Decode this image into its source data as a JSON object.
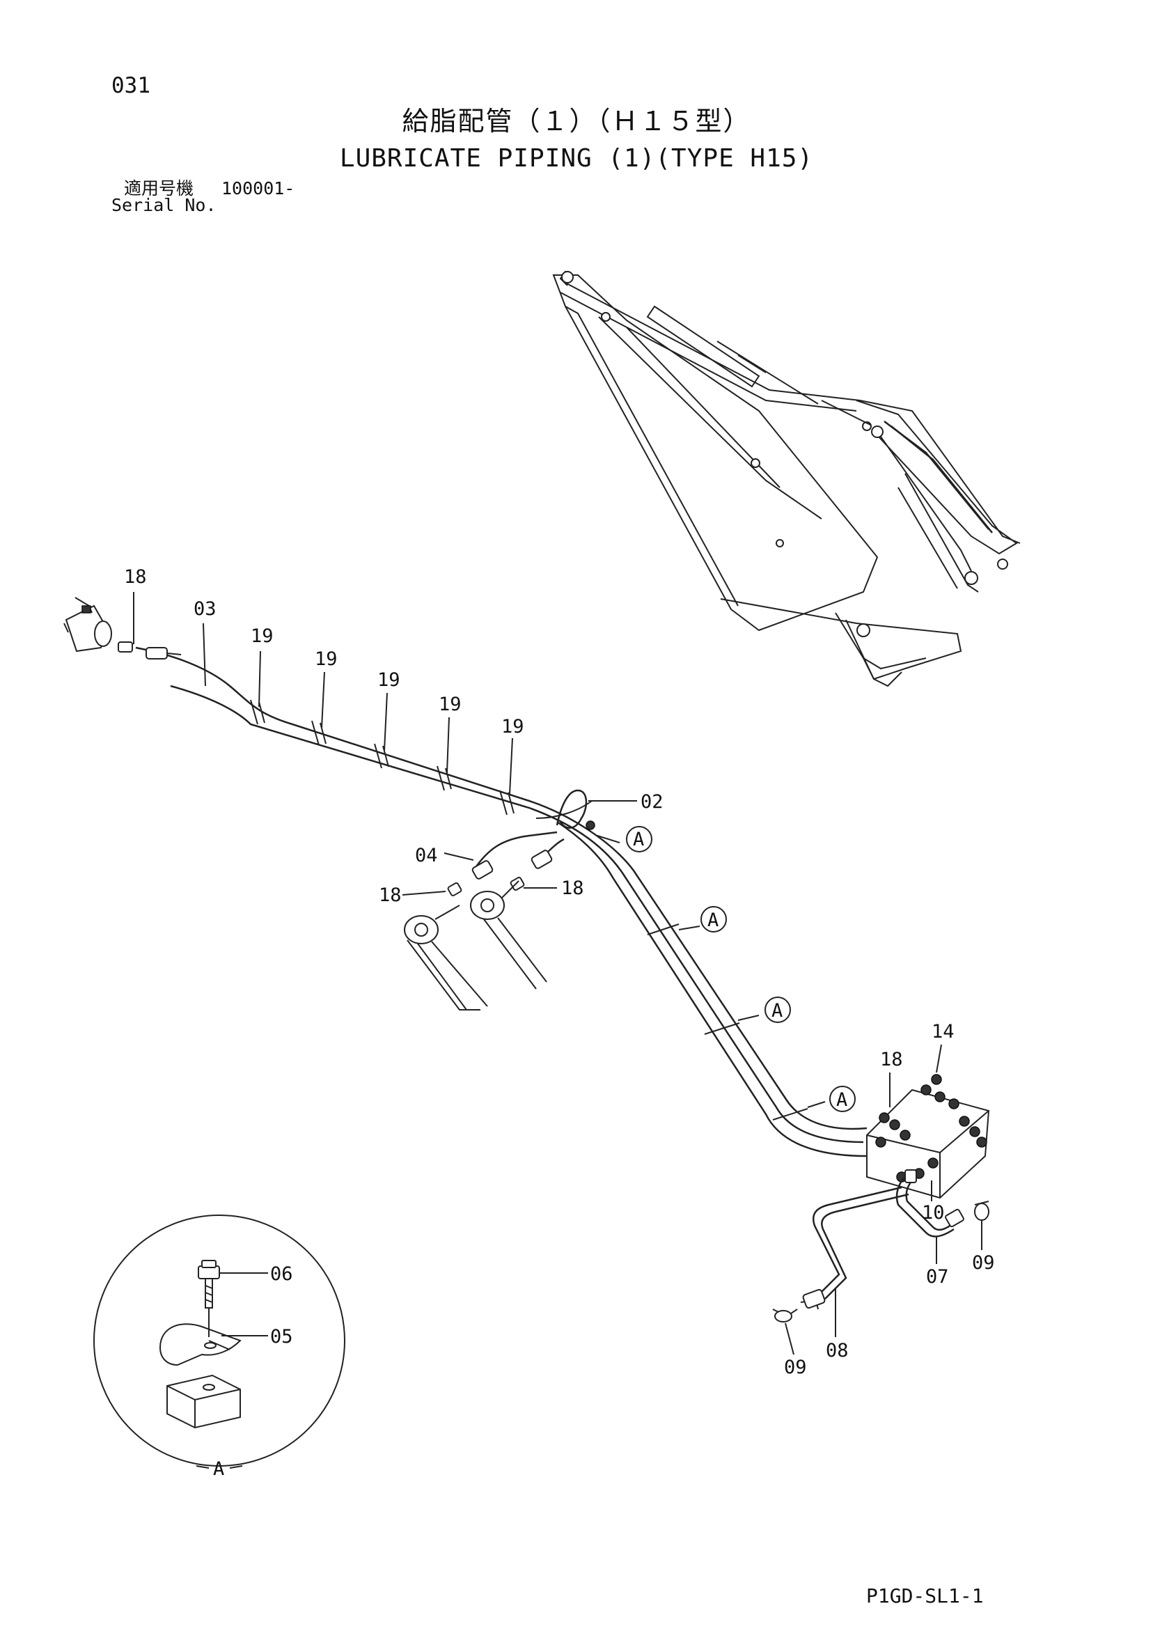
{
  "page_number": "031",
  "title_jp": "給脂配管（１）（Ｈ１５型）",
  "title_en": "LUBRICATE PIPING (1)(TYPE H15)",
  "serial": {
    "label_jp": "適用号機",
    "value": "100001-",
    "label_en": "Serial No."
  },
  "callouts": {
    "c18_top": "18",
    "c03": "03",
    "c19_a": "19",
    "c19_b": "19",
    "c19_c": "19",
    "c19_d": "19",
    "c19_e": "19",
    "c02": "02",
    "cA_1": "A",
    "c04": "04",
    "c18_left": "18",
    "c18_right": "18",
    "cA_2": "A",
    "cA_3": "A",
    "cA_4": "A",
    "c14": "14",
    "c18_block": "18",
    "c10": "10",
    "c09_right": "09",
    "c07": "07",
    "c08": "08",
    "c09_bottom": "09",
    "c06": "06",
    "c05": "05",
    "cA_detail": "A"
  },
  "drawing_code": "P1GD-SL1-1"
}
